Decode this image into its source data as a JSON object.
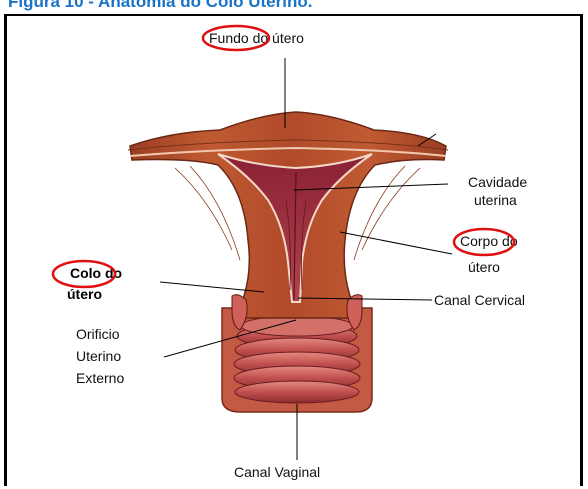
{
  "figure_caption": "Figura 10 - Anatomia do Colo Uterino.",
  "colors": {
    "caption": "#1a73c8",
    "highlight_circle": "#e01010",
    "muscle": "#b8502e",
    "cavity": "#7a1830"
  },
  "labels": {
    "fundo": {
      "circled": "Fundo",
      "rest": " do útero"
    },
    "cavidade": {
      "line1": "Cavidade",
      "line2": "uterina"
    },
    "corpo": {
      "circled": "Corpo",
      "rest": " do",
      "line2": "útero"
    },
    "colo": {
      "circled": "Colo",
      "rest": " do",
      "line2": "útero"
    },
    "canal_cervical": "Canal Cervical",
    "orificio": {
      "line1": "Orificio",
      "line2": "Uterino",
      "line3": "Externo"
    },
    "canal_vaginal": "Canal Vaginal"
  }
}
